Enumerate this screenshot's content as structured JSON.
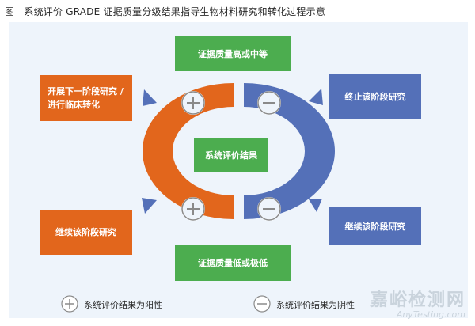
{
  "caption": "图　系统评价 GRADE 证据质量分级结果指导生物材料研究和转化过程示意",
  "boxes": {
    "top": "证据质量高或中等",
    "bottom": "证据质量低或极低",
    "center": "系统评价结果",
    "upper_left": "开展下一阶段研究 /\n进行临床转化",
    "lower_left": "继续该阶段研究",
    "upper_right": "终止该阶段研究",
    "lower_right": "继续该阶段研究"
  },
  "legend": {
    "positive": "系统评价结果为阳性",
    "negative": "系统评价结果为阴性"
  },
  "watermark": {
    "main": "嘉峪检测网",
    "sub": "AnyTesting.com"
  },
  "colors": {
    "green": "#4cad4f",
    "orange": "#e2661c",
    "blue": "#5470b8",
    "background": "#eef4fb"
  },
  "icons": {
    "positive": "plus-circle-icon",
    "negative": "minus-circle-icon"
  }
}
